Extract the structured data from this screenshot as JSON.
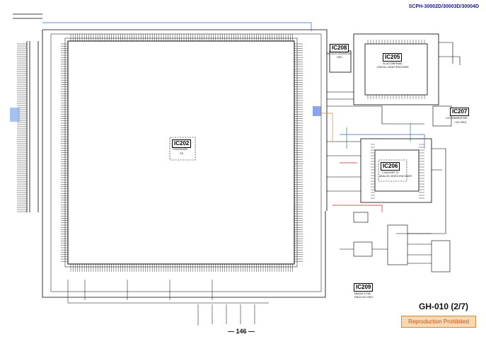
{
  "header": {
    "model_numbers": "SCPH-30002D/30003D/30004D"
  },
  "footer": {
    "board_title": "GH-010 (2/7)",
    "reproduction_notice": "Reproduction Prohibited",
    "page_number": "— 146 —"
  },
  "ics": {
    "ic202": {
      "ref": "IC202",
      "part": "CXD2944GB",
      "note": "GS"
    },
    "ic205": {
      "ref": "IC205",
      "part": "SC4G7ZBPE686",
      "desc": "DIGITAL VIDEO ENCODER"
    },
    "ic206": {
      "ref": "IC206",
      "part": "CXA2025R-T4",
      "desc": "ANALOG VIDEO ENCODER"
    },
    "ic207": {
      "ref": "IC207",
      "part": "LX2T2MMR3ZTRK",
      "desc": "+12V REG."
    },
    "ic208": {
      "ref": "IC208",
      "part": "SN74LVC2GU04DCK",
      "desc": "OSC."
    },
    "ic209": {
      "ref": "IC209",
      "part": "MM3097CF68",
      "desc": "DNG3.3V1 REG."
    }
  },
  "colors": {
    "trace": "#000000",
    "accent_blue": "#3a5fd0",
    "accent_red": "#cc2222",
    "accent_green": "#1f8f3a",
    "accent_orange": "#d08a3a",
    "notice_fill": "#f6d9b3"
  }
}
